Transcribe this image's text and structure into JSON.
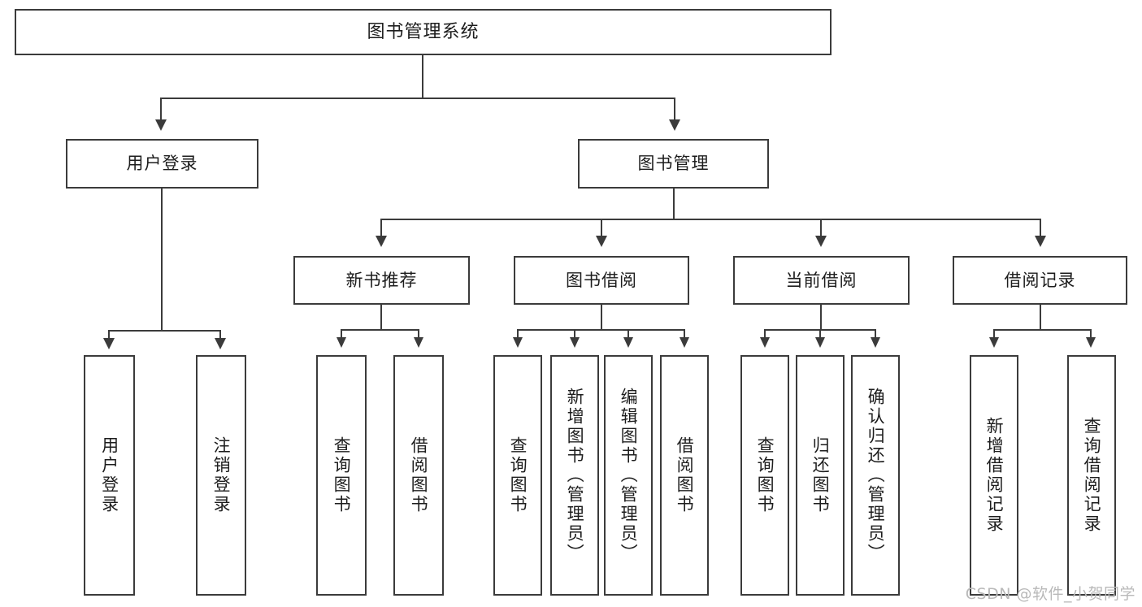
{
  "diagram": {
    "title": "图书管理系统",
    "type": "tree-hierarchy",
    "root": {
      "label": "图书管理系统"
    },
    "level2": [
      {
        "label": "用户登录"
      },
      {
        "label": "图书管理"
      }
    ],
    "level3": [
      {
        "label": "新书推荐"
      },
      {
        "label": "图书借阅"
      },
      {
        "label": "当前借阅"
      },
      {
        "label": "借阅记录"
      }
    ],
    "leaves": {
      "user_login": [
        {
          "label": "用户登录"
        },
        {
          "label": "注销登录"
        }
      ],
      "new_book_recommend": [
        {
          "label": "查询图书"
        },
        {
          "label": "借阅图书"
        }
      ],
      "book_borrow": [
        {
          "label": "查询图书"
        },
        {
          "label": "新增图书（管理员）"
        },
        {
          "label": "编辑图书（管理员）"
        },
        {
          "label": "借阅图书"
        }
      ],
      "current_borrow": [
        {
          "label": "查询图书"
        },
        {
          "label": "归还图书"
        },
        {
          "label": "确认归还（管理员）"
        }
      ],
      "borrow_records": [
        {
          "label": "新增借阅记录"
        },
        {
          "label": "查询借阅记录"
        }
      ]
    }
  },
  "watermark": {
    "text": "CSDN @软件_小贺同学"
  },
  "colors": {
    "stroke": "#3b3b3b",
    "background": "#ffffff",
    "text": "#1d1d1d",
    "watermark": "#b9b9b9"
  }
}
